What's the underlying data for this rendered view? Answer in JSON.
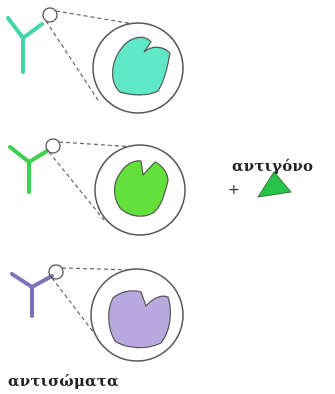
{
  "labels": {
    "antigen": "αντιγόνο",
    "antibodies": "αντισώματα",
    "plus": "+"
  },
  "antibodies": [
    {
      "name": "antibody-top",
      "color": "#43d6a8",
      "site_fill": "#5fe8c8"
    },
    {
      "name": "antibody-middle",
      "color": "#3fcf52",
      "site_fill": "#63e03a"
    },
    {
      "name": "antibody-bottom",
      "color": "#7d73b8",
      "site_fill": "#b7a8dd"
    }
  ],
  "antigen": {
    "color": "#27c44a"
  },
  "colors": {
    "outline": "#555555",
    "leader_line": "#666666",
    "text": "#222222"
  }
}
